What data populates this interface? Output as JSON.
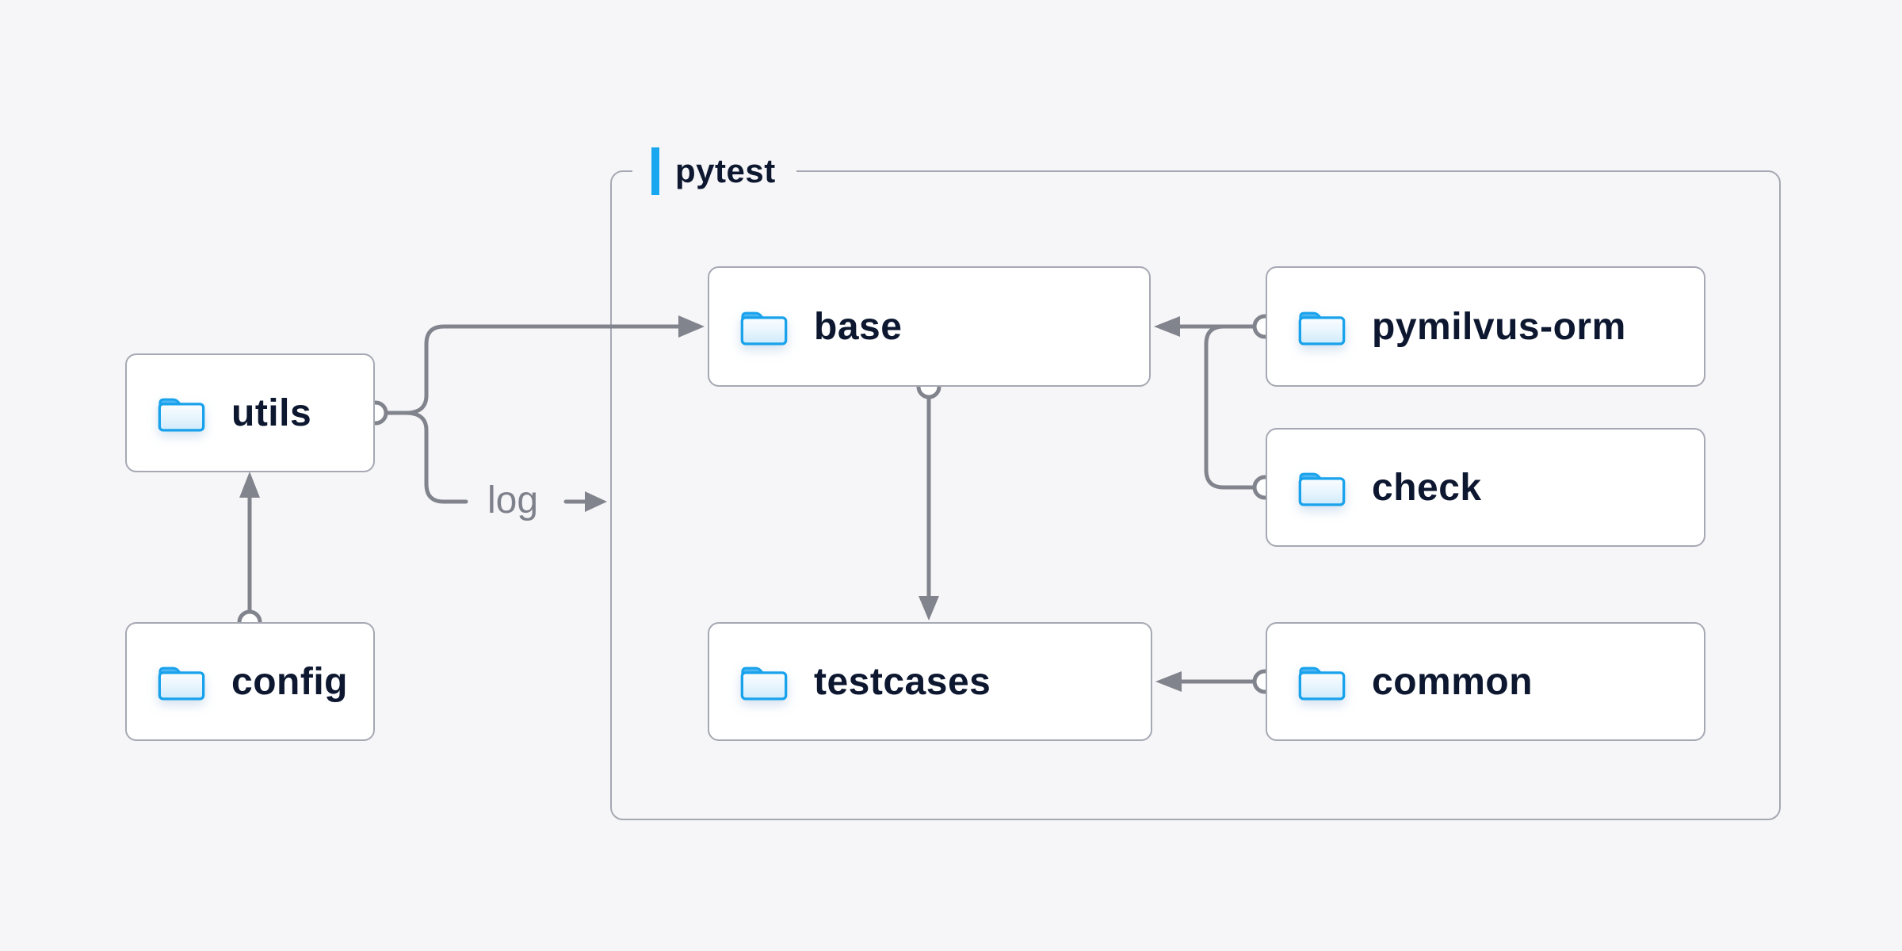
{
  "colors": {
    "background": "#f6f6f8",
    "box_bg": "#ffffff",
    "box_border": "#a6a8b3",
    "line": "#82848d",
    "text": "#0d1830",
    "muted_text": "#7e818b",
    "accent": "#19a8ef",
    "folder_stroke": "#18a2ec",
    "folder_tab": "#4eb6f3"
  },
  "container": {
    "label": "pytest"
  },
  "nodes": {
    "utils": {
      "label": "utils"
    },
    "config": {
      "label": "config"
    },
    "base": {
      "label": "base"
    },
    "pymilvus_orm": {
      "label": "pymilvus-orm"
    },
    "check": {
      "label": "check"
    },
    "testcases": {
      "label": "testcases"
    },
    "common": {
      "label": "common"
    }
  },
  "edges": {
    "log_label": "log"
  }
}
